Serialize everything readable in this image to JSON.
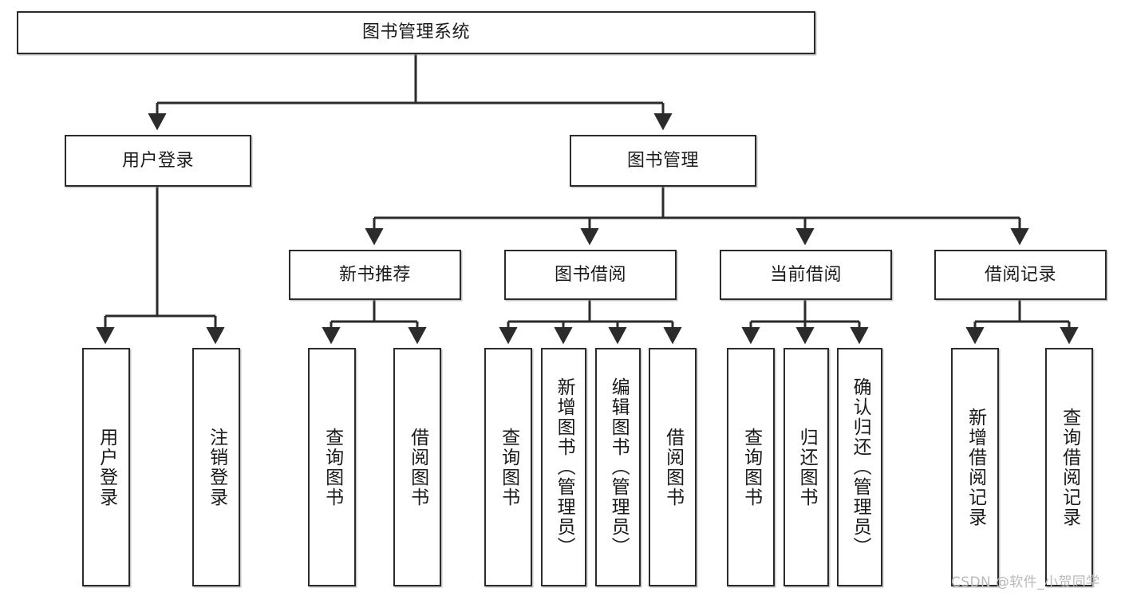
{
  "diagram": {
    "title": "图书管理系统",
    "type": "tree",
    "colors": {
      "stroke": "#2b2b2b",
      "fill": "#ffffff",
      "text": "#1a1a1a",
      "watermark": "#b9b9b9"
    },
    "root": {
      "label": "图书管理系统"
    },
    "level2": [
      {
        "label": "用户登录"
      },
      {
        "label": "图书管理"
      }
    ],
    "level3": [
      {
        "label": "新书推荐"
      },
      {
        "label": "图书借阅"
      },
      {
        "label": "当前借阅"
      },
      {
        "label": "借阅记录"
      }
    ],
    "leaves": {
      "user_login": [
        {
          "label": "用户登录"
        },
        {
          "label": "注销登录"
        }
      ],
      "new_book_recommend": [
        {
          "label": "查询图书"
        },
        {
          "label": "借阅图书"
        }
      ],
      "book_borrow": [
        {
          "label": "查询图书"
        },
        {
          "label": "新增图书（管理员）"
        },
        {
          "label": "编辑图书（管理员）"
        },
        {
          "label": "借阅图书"
        }
      ],
      "current_borrow": [
        {
          "label": "查询图书"
        },
        {
          "label": "归还图书"
        },
        {
          "label": "确认归还（管理员）"
        }
      ],
      "borrow_record": [
        {
          "label": "新增借阅记录"
        },
        {
          "label": "查询借阅记录"
        }
      ]
    },
    "watermark": "CSDN @软件_小贺同学"
  }
}
